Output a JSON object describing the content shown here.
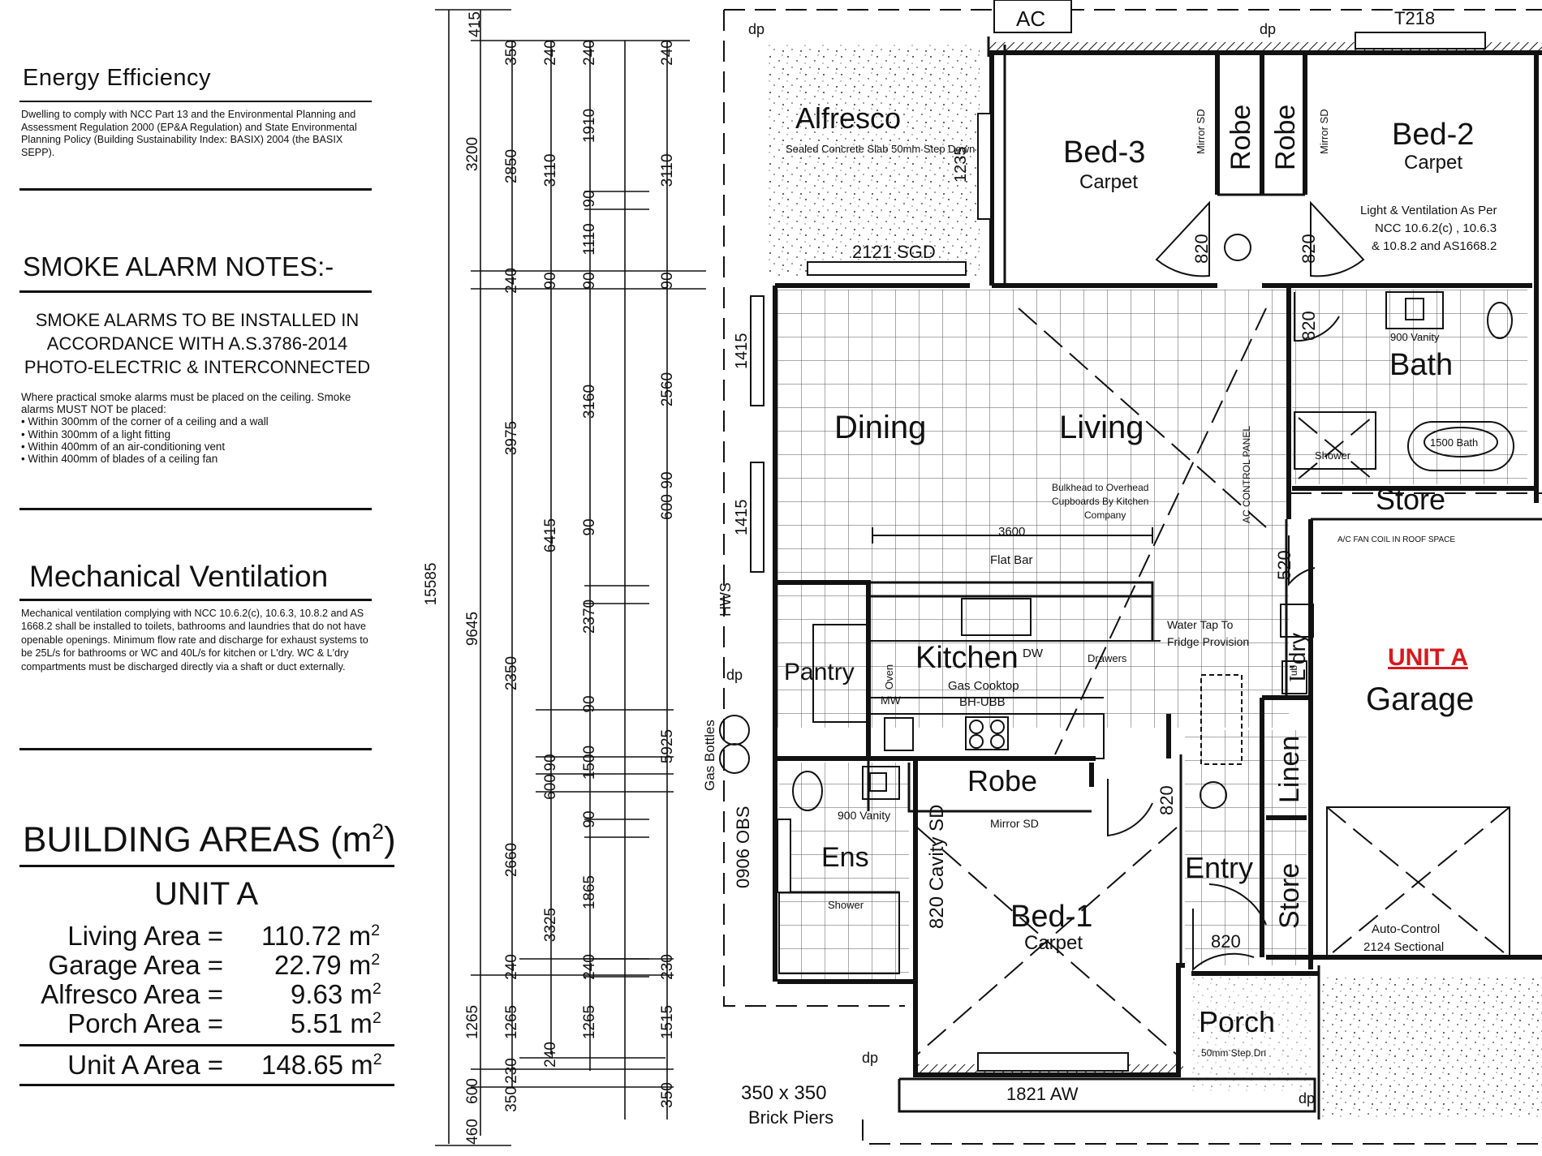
{
  "energy": {
    "title": "Energy Efficiency",
    "text": "Dwelling to comply with NCC Part 13 and the Environmental Planning and Assessment Regulation 2000 (EP&A Regulation) and State Environmental Planning Policy (Building Sustainability Index: BASIX) 2004 (the BASIX SEPP)."
  },
  "smoke": {
    "title": "SMOKE ALARM NOTES:-",
    "head_lines": [
      "SMOKE ALARMS TO BE INSTALLED IN",
      "ACCORDANCE WITH A.S.3786-2014",
      "PHOTO-ELECTRIC & INTERCONNECTED"
    ],
    "intro": "Where practical smoke alarms must be placed on the ceiling. Smoke alarms MUST NOT be placed:",
    "items": [
      "Within 300mm of the corner of a ceiling and a wall",
      "Within 300mm of a light fitting",
      "Within 400mm of an air-conditioning vent",
      "Within 400mm of blades of a ceiling fan"
    ]
  },
  "mechanical": {
    "title": "Mechanical Ventilation",
    "text": "Mechanical ventilation complying with NCC 10.6.2(c), 10.6.3, 10.8.2 and AS 1668.2 shall be installed to toilets, bathrooms and laundries that do not have openable openings. Minimum flow rate and discharge for exhaust systems to be 25L/s for bathrooms or WC and 40L/s for kitchen or L'dry. WC & L'dry compartments must be discharged directly via a shaft or duct externally."
  },
  "areas": {
    "title": "BUILDING AREAS (m",
    "title_sup": "2",
    "title_close": ")",
    "unit": "UNIT A",
    "unit_sq": "m",
    "rows": [
      {
        "label": "Living Area =",
        "value": "110.72"
      },
      {
        "label": "Garage Area =",
        "value": "22.79"
      },
      {
        "label": "Alfresco Area =",
        "value": "9.63"
      },
      {
        "label": "Porch Area =",
        "value": "5.51"
      }
    ],
    "total_label": "Unit A Area =",
    "total_value": "148.65"
  },
  "dims": {
    "overall": "15585",
    "col1": [
      "3200",
      "9645",
      "1265",
      "600"
    ],
    "col1_bottom": "460",
    "col2": [
      "350",
      "2850",
      "240",
      "3975",
      "2350",
      "2660",
      "240",
      "1265",
      "230",
      "350"
    ],
    "col3": [
      "240",
      "3110",
      "90",
      "6415",
      "90",
      "600",
      "3325",
      "240"
    ],
    "col4": [
      "240",
      "1910",
      "90",
      "1110",
      "90",
      "3160",
      "90",
      "2370",
      "90",
      "1500",
      "90",
      "1865",
      "240",
      "1265"
    ],
    "col5": [
      "240",
      "3110",
      "90",
      "2560",
      "600",
      "90",
      "5925",
      "230",
      "1515",
      "350"
    ],
    "top": "415"
  },
  "rooms": {
    "alfresco": "Alfresco",
    "alfresco_note": "Sealed Concrete Slab 50mm Step Down",
    "bed3": "Bed-3",
    "bed3_floor": "Carpet",
    "bed2": "Bed-2",
    "bed2_floor": "Carpet",
    "robe": "Robe",
    "mirror_sd": "Mirror SD",
    "dining": "Dining",
    "living": "Living",
    "bath": "Bath",
    "vanity900": "900 Vanity",
    "bath1500": "1500 Bath",
    "shower": "Shower",
    "store": "Store",
    "kitchen": "Kitchen",
    "pantry": "Pantry",
    "gas_cooktop": "Gas Cooktop",
    "cooktop_model": "BH-UBB",
    "dw": "DW",
    "flat_bar": "Flat Bar",
    "bar_width": "3600",
    "drawers": "Drawers",
    "fridge": "Fridge Provision",
    "water_tap": "Water Tap To",
    "unit_a": "UNIT A",
    "garage": "Garage",
    "auto_control": "Auto-Control",
    "sectional": "2124 Sectional",
    "linen": "Linen",
    "entry": "Entry",
    "ens": "Ens",
    "bed1": "Bed-1",
    "bed1_floor": "Carpet",
    "cavity_sd": "820 Cavity SD",
    "porch": "Porch",
    "porch_note": "50mm Step Dn",
    "gas_bottles": "Gas Bottles",
    "window_0906": "0906 OBS",
    "ac": "AC",
    "dp": "dp",
    "t218": "T218",
    "w1235": "1235",
    "w1415a": "1415",
    "w1415b": "1415",
    "sgd": "2121 SGD",
    "aw": "1821 AW",
    "hws": "HWS",
    "ac_panel": "AC CONTROL PANEL",
    "ac_coil": "A/C FAN COIL IN ROOF SPACE",
    "light_vent": [
      "Light & Ventilation As Per",
      "NCC 10.6.2(c) , 10.6.3",
      "& 10.8.2 and AS1668.2"
    ],
    "overhead": [
      "Bulkhead to Overhead",
      "Cupboards By Kitchen",
      "Company"
    ],
    "piers": [
      "350 x 350",
      "Brick Piers"
    ],
    "door820": "820",
    "door520": "520",
    "ldry": "L'dry",
    "tub": "Tub",
    "mw": "MW",
    "oven": "Oven"
  }
}
